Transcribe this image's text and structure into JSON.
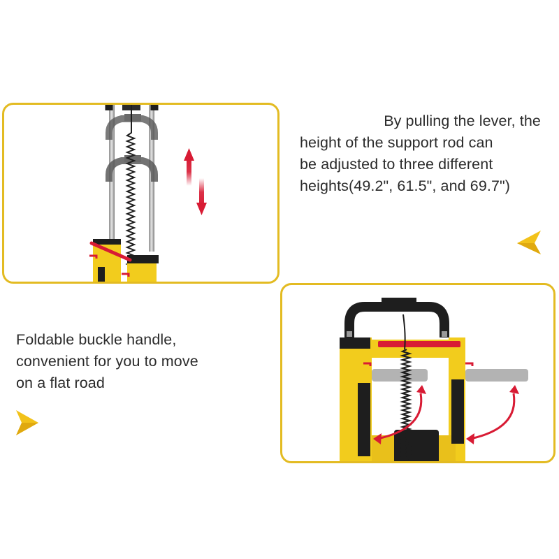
{
  "panels": [
    {
      "id": "support-rod-height",
      "image_alt": "Stair climbing hand truck telescoping support rod shown at three heights with an up/down red arrow",
      "caption_lines": [
        "By pulling the lever, the",
        "height of the support rod can",
        "be adjusted to three different",
        "heights(49.2\", 61.5\", and 69.7\")"
      ],
      "heights": [
        "49.2\"",
        "61.5\"",
        "69.7\""
      ],
      "indicator_icon": "arrow-left-icon"
    },
    {
      "id": "foldable-buckle-handle",
      "image_alt": "Foldable buckle handles on yellow frame with red curved arrows showing folding motion",
      "caption_lines": [
        "Foldable buckle handle,",
        "convenient for you to move",
        "on a flat road"
      ],
      "indicator_icon": "arrow-right-icon"
    }
  ],
  "colors": {
    "frame_border": "#e3bb22",
    "product_yellow": "#f2cc1d",
    "accent_red": "#d81b34",
    "handle_black": "#1e1e1e",
    "text": "#2b2b2b"
  }
}
